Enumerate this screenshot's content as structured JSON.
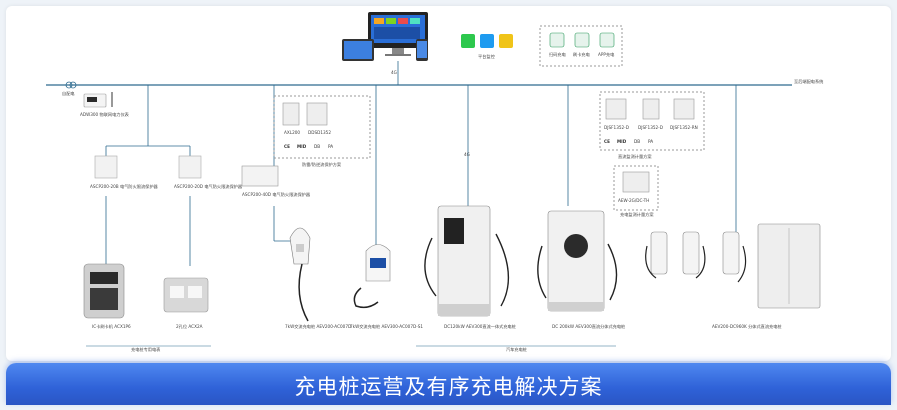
{
  "banner_title": "充电桩运营及有序充电解决方案",
  "top": {
    "cloud_label": "平台监控",
    "apps_label": "4G",
    "service_labels": [
      "扫码充电",
      "刷卡充电",
      "APP充电"
    ],
    "grid_left": "自配电",
    "grid_right": "至后端配电系统"
  },
  "devices": {
    "meter_main": "ADW300\n物联网电力仪表",
    "asce1": "ASCP200-20B\n电气防火限流保护器",
    "asce2": "ASCP200-20D\n电气防火限流保护器",
    "card_label": "IC卡刷卡机\nACX1P6",
    "socket_label": "2孔位\nACX2A",
    "box_label": "充电桩专用电表",
    "asce3": "ASCP200-40D\n电气防火限流保护器",
    "din1": "AXL200",
    "din2": "DDSD1352",
    "din_group": "防雷/防逆流保护方案",
    "ac7_label": "7kW交流充电桩\nAEV200-AC007D",
    "ac7b_label": "7kW交流充电桩\nAEV300-AC007D-S1",
    "dc1_label": "DC120kW\nAEV300直流一体式充电桩",
    "dc2_label": "DC 200kW\nAEV300直流分体式充电桩",
    "mid_label": "汽车充电桩",
    "meters_right": [
      "DJSF1352-D",
      "DJSF1352-D",
      "DJSF1352-RN"
    ],
    "meters_right_group": "直流监测计量方案",
    "meter_small": "AEW-2G/DC-TH",
    "meter_small_label": "充电监测计量方案",
    "split_label": "AEV200-DC960K\n分体式直流充电桩",
    "cert": [
      "CE",
      "MID",
      "DB",
      "PA"
    ]
  }
}
